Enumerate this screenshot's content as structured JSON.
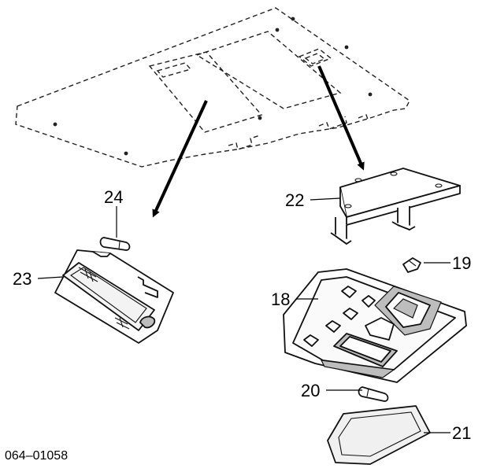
{
  "callouts": {
    "c18": "18",
    "c19": "19",
    "c20": "20",
    "c21": "21",
    "c22": "22",
    "c23": "23",
    "c24": "24"
  },
  "reference_code": "064–01058",
  "colors": {
    "line": "#111111",
    "background": "#ffffff",
    "shade": "#bdbdbd"
  }
}
